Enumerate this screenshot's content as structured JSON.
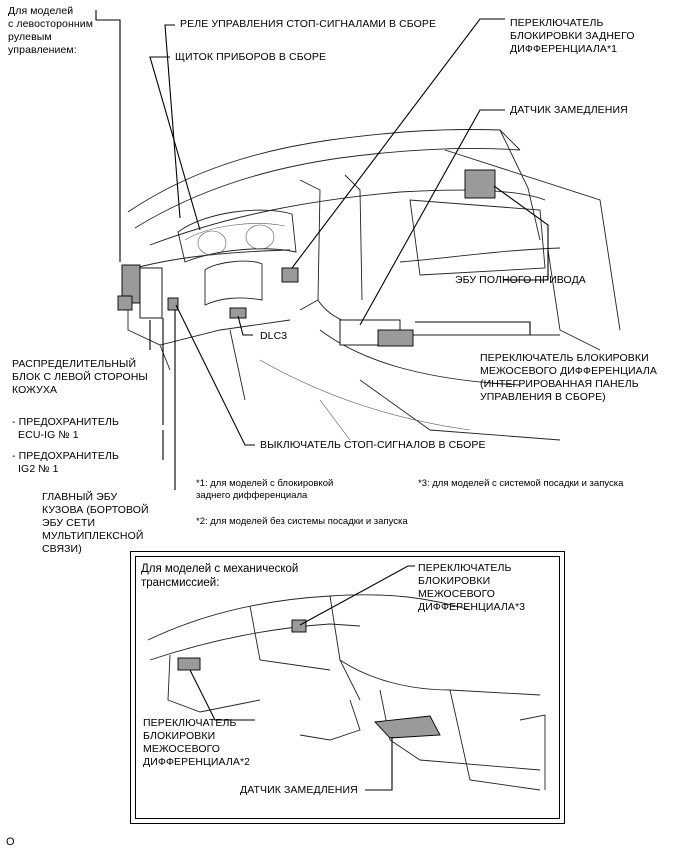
{
  "labels": {
    "lhd_note": "Для моделей\nс левосторонним\nрулевым\nуправлением:",
    "brake_relay": "РЕЛЕ УПРАВЛЕНИЯ СТОП-СИГНАЛАМИ В СБОРЕ",
    "instrument_panel": "ЩИТОК ПРИБОРОВ В СБОРЕ",
    "rear_diff_switch": "ПЕРЕКЛЮЧАТЕЛЬ\nБЛОКИРОВКИ ЗАДНЕГО\nДИФФЕРЕНЦИАЛА*1",
    "decel_sensor": "ДАТЧИК ЗАМЕДЛЕНИЯ",
    "awd_ecu": "ЭБУ ПОЛНОГО ПРИВОДА",
    "center_diff_switch": "ПЕРЕКЛЮЧАТЕЛЬ БЛОКИРОВКИ\nМЕЖОСЕВОГО ДИФФЕРЕНЦИАЛА\n(ИНТЕГРИРОВАННАЯ ПАНЕЛЬ\nУПРАВЛЕНИЯ В СБОРЕ)",
    "dlc3": "DLC3",
    "junction_block": "РАСПРЕДЕЛИТЕЛЬНЫЙ\nБЛОК С ЛЕВОЙ СТОРОНЫ\nКОЖУХА",
    "fuse_ecu_ig": "- ПРЕДОХРАНИТЕЛЬ\n  ECU-IG № 1",
    "fuse_ig2": "- ПРЕДОХРАНИТЕЛЬ\n  IG2 № 1",
    "stop_switch": "ВЫКЛЮЧАТЕЛЬ СТОП-СИГНАЛОВ В СБОРЕ",
    "main_body_ecu": "ГЛАВНЫЙ ЭБУ\nКУЗОВА (БОРТОВОЙ\nЭБУ СЕТИ\nМУЛЬТИПЛЕКСНОЙ\nСВЯЗИ)"
  },
  "notes": {
    "note1": "*1: для моделей с блокировкой\nзаднего дифференциала",
    "note2": "*2: для моделей без системы посадки и запуска",
    "note3": "*3: для моделей с системой посадки и запуска"
  },
  "inset": {
    "title": "Для моделей с механической\nтрансмиссией:",
    "center_diff_switch_3": "ПЕРЕКЛЮЧАТЕЛЬ\nБЛОКИРОВКИ\nМЕЖОСЕВОГО\nДИФФЕРЕНЦИАЛА*3",
    "center_diff_switch_2": "ПЕРЕКЛЮЧАТЕЛЬ\nБЛОКИРОВКИ\nМЕЖОСЕВОГО\nДИФФЕРЕНЦИАЛА*2",
    "decel_sensor": "ДАТЧИК ЗАМЕДЛЕНИЯ"
  },
  "footer": {
    "code": "O"
  }
}
